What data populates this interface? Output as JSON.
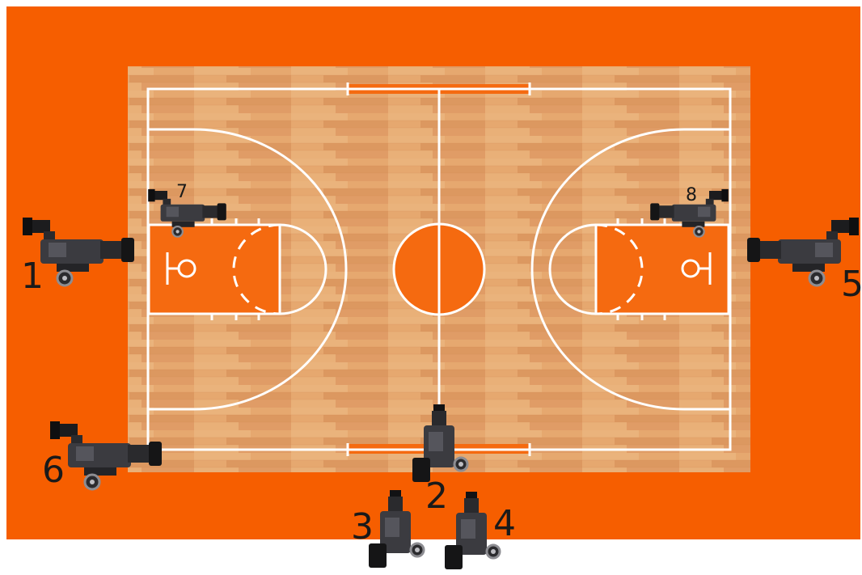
{
  "diagram": {
    "colors": {
      "surround": "#f65e00",
      "wood_light": "#e8ac74",
      "wood_dark": "#d9925a",
      "paint": "#f56a10",
      "lines": "#ffffff",
      "camera_body": "#3a3a3e",
      "camera_dark": "#121214"
    },
    "cameras": [
      {
        "id": "cam-1",
        "label": "1"
      },
      {
        "id": "cam-2",
        "label": "2"
      },
      {
        "id": "cam-3",
        "label": "3"
      },
      {
        "id": "cam-4",
        "label": "4"
      },
      {
        "id": "cam-5",
        "label": "5"
      },
      {
        "id": "cam-6",
        "label": "6"
      },
      {
        "id": "cam-7",
        "label": "7"
      },
      {
        "id": "cam-8",
        "label": "8"
      }
    ]
  }
}
